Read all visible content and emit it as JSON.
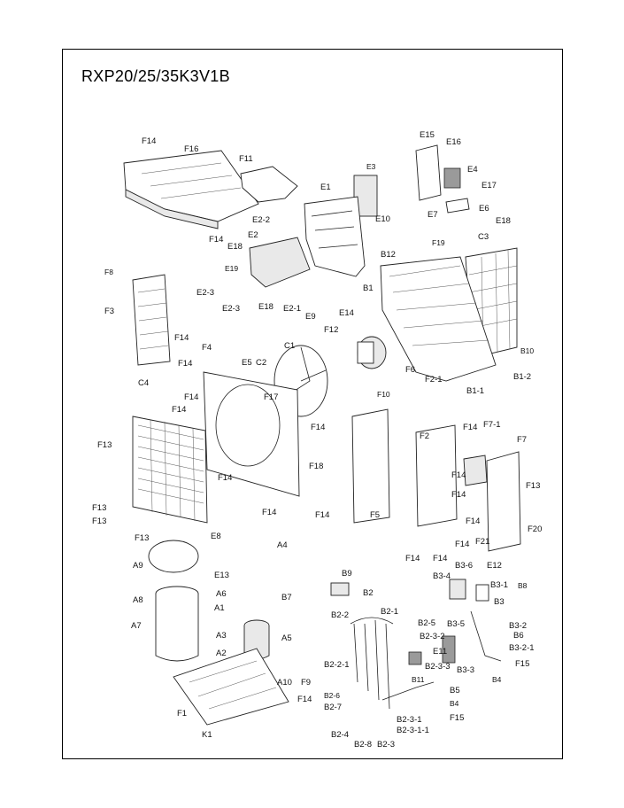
{
  "title": "RXP20/25/35K3V1B",
  "labels": {
    "F14a": "F14",
    "F16": "F16",
    "F11": "F11",
    "E3": "E3",
    "E1": "E1",
    "E15": "E15",
    "E16": "E16",
    "E4": "E4",
    "E17": "E17",
    "E10": "E10",
    "E7": "E7",
    "E6": "E6",
    "E18a": "E18",
    "E2_2": "E2-2",
    "F14b": "F14",
    "E18b": "E18",
    "E2": "E2",
    "F19": "F19",
    "C3": "C3",
    "B12": "B12",
    "F8": "F8",
    "E19": "E19",
    "E2_3": "E2-3",
    "E2_3b": "E2-3",
    "E18c": "E18",
    "E2_1": "E2-1",
    "B1": "B1",
    "F3": "F3",
    "E9": "E9",
    "E14": "E14",
    "F12": "F12",
    "F14c": "F14",
    "B10": "B10",
    "F4": "F4",
    "E5": "E5",
    "C1": "C1",
    "C2": "C2",
    "F14d": "F14",
    "F6": "F6",
    "F2_1": "F2-1",
    "B1_2": "B1-2",
    "B1_1": "B1-1",
    "C4": "C4",
    "F14e": "F14",
    "F17": "F17",
    "F10": "F10",
    "F14f": "F14",
    "F13a": "F13",
    "F14g": "F14",
    "F2": "F2",
    "F14h": "F14",
    "F7_1": "F7-1",
    "F7": "F7",
    "F18": "F18",
    "F14i": "F14",
    "F14j": "F14",
    "F13b": "F13",
    "F13c": "F13",
    "F13d": "F13",
    "F14k": "F14",
    "F5": "F5",
    "F14l": "F14",
    "F14m": "F14",
    "F14n": "F14",
    "F21": "F21",
    "F13e": "F13",
    "F20": "F20",
    "E8": "E8",
    "A4": "A4",
    "F14o": "F14",
    "F14p": "F14",
    "E12": "E12",
    "A9": "A9",
    "B9": "B9",
    "B3_6": "B3-6",
    "B3_1": "B3-1",
    "B8": "B8",
    "E13": "E13",
    "B2": "B2",
    "B3_4": "B3-4",
    "A6": "A6",
    "B7": "B7",
    "A8": "A8",
    "A1": "A1",
    "B2_2": "B2-2",
    "B2_1": "B2-1",
    "B2_5": "B2-5",
    "B3": "B3",
    "B3_5": "B3-5",
    "B3_2": "B3-2",
    "A7": "A7",
    "A5": "A5",
    "B2_3_2": "B2-3-2",
    "B6": "B6",
    "B3_2_1": "B3-2-1",
    "A3": "A3",
    "E11": "E11",
    "F15a": "F15",
    "A2": "A2",
    "B2_2_1": "B2-2-1",
    "B2_3_3": "B2-3-3",
    "B3_3": "B3-3",
    "B4a": "B4",
    "B11": "B11",
    "A10": "A10",
    "F9": "F9",
    "B2_6": "B2-6",
    "B5": "B5",
    "F14q": "F14",
    "B2_7": "B2-7",
    "B4b": "B4",
    "F1": "F1",
    "F15b": "F15",
    "B2_3_1": "B2-3-1",
    "B2_3_1_1": "B2-3-1-1",
    "K1": "K1",
    "B2_4": "B2-4",
    "B2_8": "B2-8",
    "B2_3": "B2-3"
  }
}
